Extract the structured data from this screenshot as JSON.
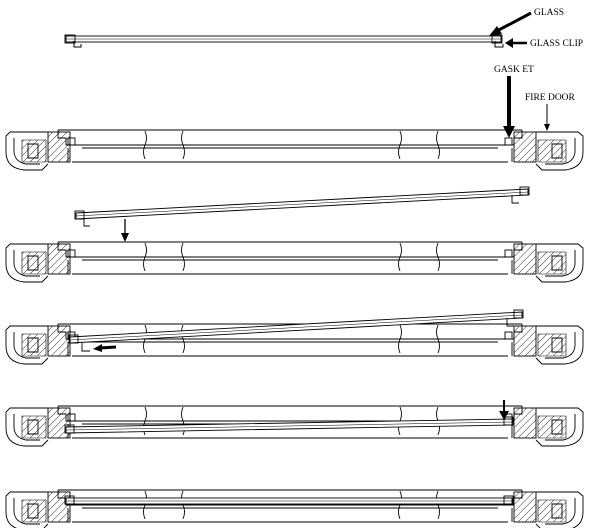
{
  "labels": {
    "glass": "GLASS",
    "glass_clip": "GLASS CLIP",
    "gasket": "GASK ET",
    "fire_door": "FIRE DOOR"
  },
  "colors": {
    "line": "#000000",
    "background": "#ffffff"
  },
  "steps": [
    {
      "name": "parts-overview"
    },
    {
      "name": "glass-lowered-into-frame"
    },
    {
      "name": "glass-slid-under-clip"
    },
    {
      "name": "glass-pressed-onto-gasket"
    },
    {
      "name": "glass-installed"
    }
  ]
}
